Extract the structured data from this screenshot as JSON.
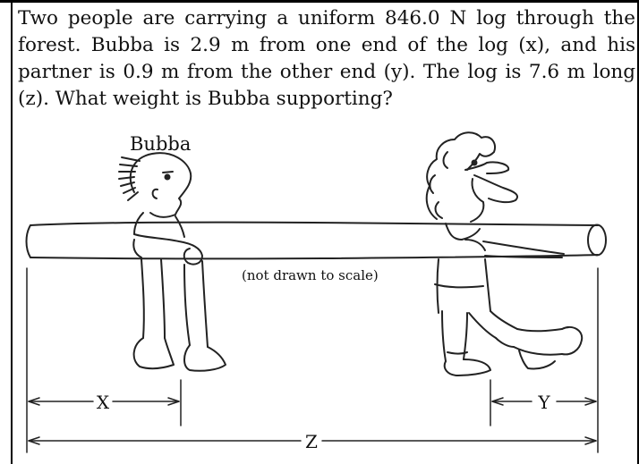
{
  "question": {
    "text": "Two people are carrying a uniform 846.0 N log through the forest. Bubba is 2.9 m from one end of the log (x), and his partner is 0.9 m from the other end (y). The log is 7.6 m long (z). What weight is Bubba supporting?"
  },
  "figure": {
    "person_label": "Bubba",
    "note": "(not drawn to scale)",
    "dim_x": "X",
    "dim_y": "Y",
    "dim_z": "Z"
  }
}
